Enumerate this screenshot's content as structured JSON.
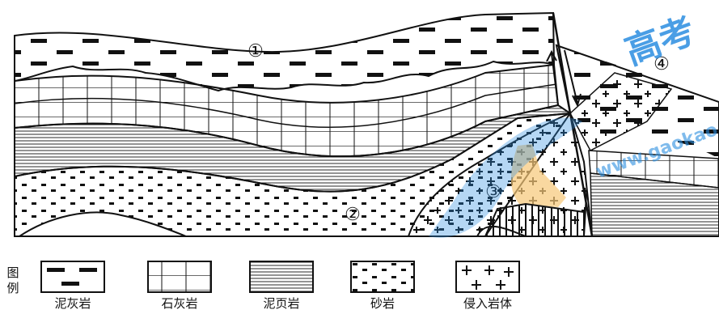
{
  "layer_markers": [
    "①",
    "②",
    "③",
    "④"
  ],
  "legend": {
    "title": "图\n例",
    "items": [
      {
        "key": "mudstone",
        "label": "泥灰岩"
      },
      {
        "key": "limestone",
        "label": "石灰岩"
      },
      {
        "key": "shale",
        "label": "泥页岩"
      },
      {
        "key": "sandstone",
        "label": "砂岩"
      },
      {
        "key": "intrusion",
        "label": "侵入岩体"
      }
    ]
  },
  "watermark": {
    "text": "高考",
    "sub": "www.gaokao",
    "color": "#2a8de0"
  }
}
